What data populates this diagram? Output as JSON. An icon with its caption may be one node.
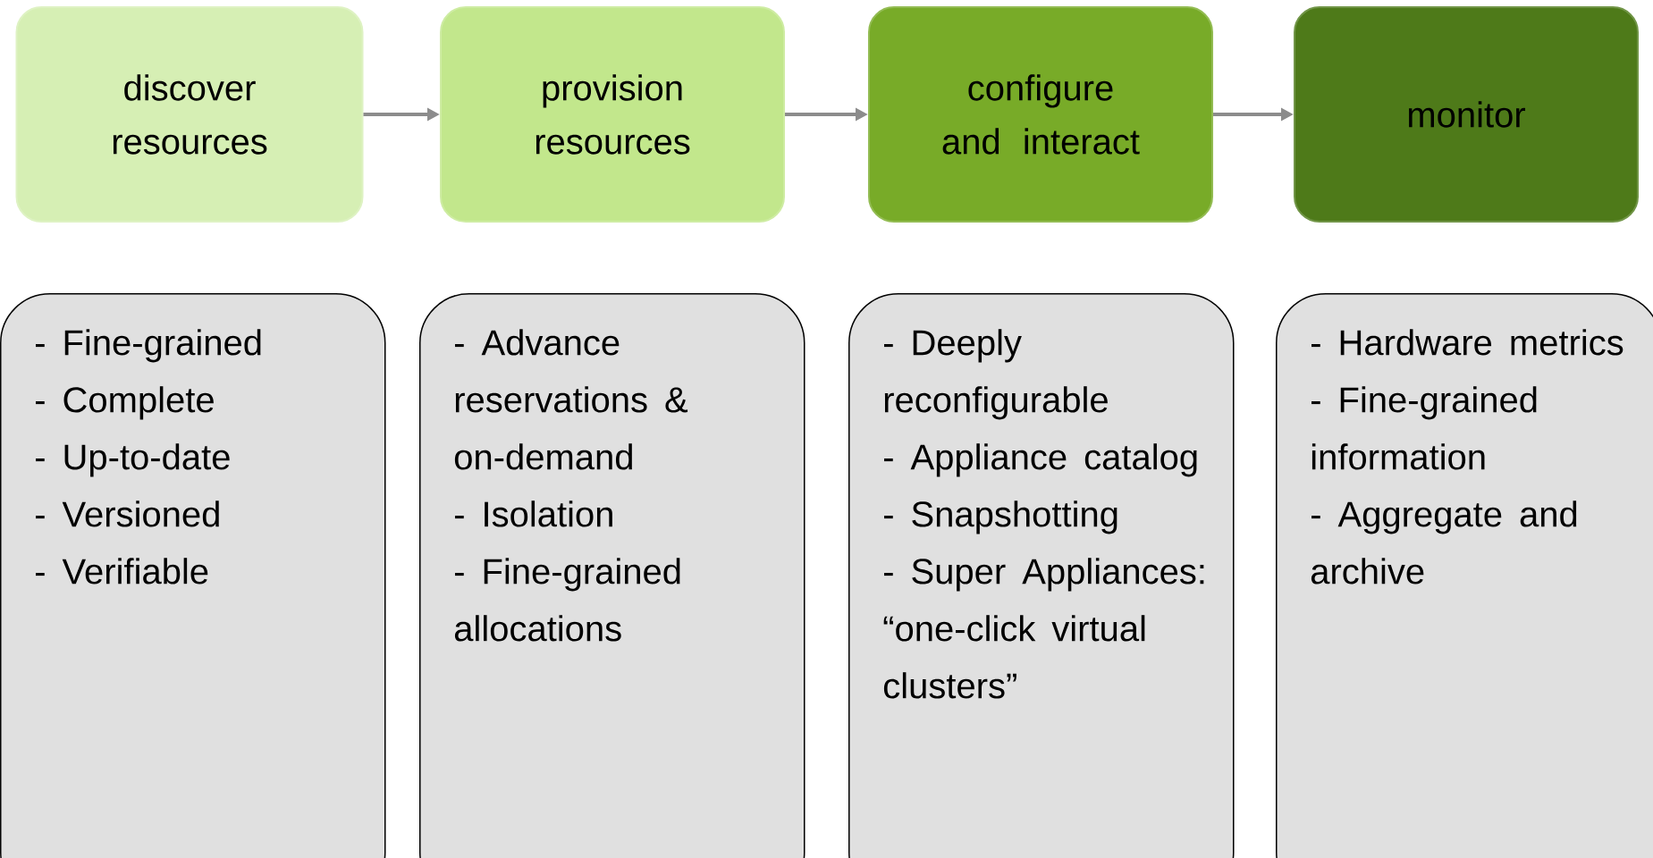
{
  "diagram": {
    "nodes": [
      {
        "text": [
          "discover resources"
        ]
      },
      {
        "text": [
          "provision resources"
        ]
      },
      {
        "text": [
          "configure and interact"
        ]
      },
      {
        "text": [
          "monitor"
        ]
      },
      {
        "text": [
          "- Fine-grained",
          "- Complete",
          "- Up-to-date",
          "- Versioned",
          "- Verifiable"
        ]
      },
      {
        "text": [
          "- Advance reservations & on-demand",
          "- Isolation",
          "- Fine-grained allocations"
        ]
      },
      {
        "text": [
          "- Deeply reconfigurable",
          "- Appliance catalog",
          "- Snapshotting",
          "- Super Appliances: “one-click virtual clusters”"
        ]
      },
      {
        "text": [
          "- Hardware metrics",
          "- Fine-grained information",
          "- Aggregate and archive"
        ]
      }
    ],
    "edges": [
      {
        "from": 0,
        "to": 1,
        "arrow": "to"
      },
      {
        "from": 1,
        "to": 2,
        "arrow": "to"
      },
      {
        "from": 2,
        "to": 3,
        "arrow": "to"
      }
    ]
  }
}
